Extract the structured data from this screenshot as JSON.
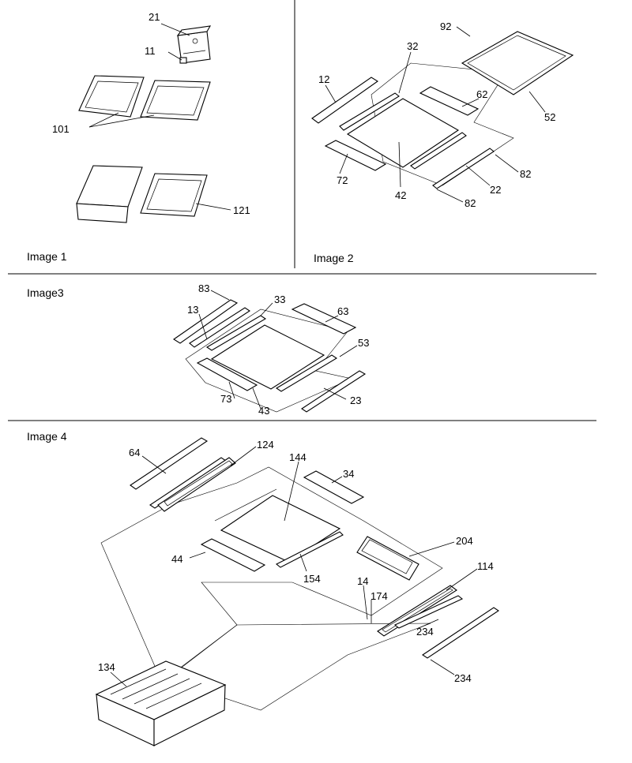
{
  "panels": {
    "p1": {
      "caption": "Image 1",
      "labels": [
        "21",
        "11",
        "101",
        "121"
      ]
    },
    "p2": {
      "caption": "Image 2",
      "labels": [
        "92",
        "32",
        "12",
        "62",
        "52",
        "42",
        "72",
        "82",
        "22",
        "82"
      ]
    },
    "p3": {
      "caption": "Image3",
      "labels": [
        "83",
        "13",
        "33",
        "63",
        "53",
        "73",
        "43",
        "23"
      ]
    },
    "p4": {
      "caption": "Image 4",
      "labels": [
        "64",
        "124",
        "144",
        "34",
        "44",
        "154",
        "204",
        "114",
        "14",
        "174",
        "234",
        "234",
        "134"
      ]
    }
  }
}
